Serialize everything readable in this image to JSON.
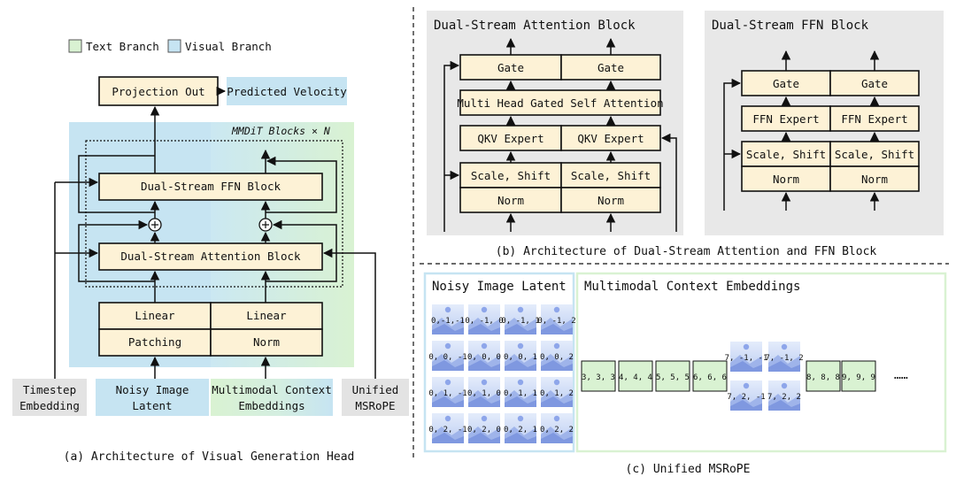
{
  "legend": {
    "text_branch": "Text Branch",
    "visual_branch": "Visual Branch"
  },
  "panel_a": {
    "caption": "(a) Architecture of Visual Generation Head",
    "projection_out": "Projection Out",
    "predicted_velocity": "Predicted Velocity",
    "mmdit_blocks": "MMDiT Blocks × N",
    "ffn_block": "Dual-Stream FFN Block",
    "attention_block": "Dual-Stream Attention Block",
    "linear_left": "Linear",
    "linear_right": "Linear",
    "patching": "Patching",
    "norm": "Norm",
    "inputs": {
      "timestep_1": "Timestep",
      "timestep_2": "Embedding",
      "noisy_1": "Noisy Image",
      "noisy_2": "Latent",
      "mm_1": "Multimodal Context",
      "mm_2": "Embeddings",
      "msrope_1": "Unified",
      "msrope_2": "MSRoPE"
    }
  },
  "panel_b": {
    "caption": "(b) Architecture of Dual-Stream Attention and FFN Block",
    "attn_title": "Dual-Stream Attention Block",
    "ffn_title": "Dual-Stream FFN Block",
    "gate": "Gate",
    "mhgsa": "Multi Head Gated Self Attention",
    "qkv_expert": "QKV Expert",
    "scale_shift": "Scale, Shift",
    "norm": "Norm",
    "ffn_expert": "FFN Expert"
  },
  "panel_c": {
    "caption": "(c) Unified MSRoPE",
    "noisy_title": "Noisy Image Latent",
    "mm_title": "Multimodal Context Embeddings",
    "patches": [
      [
        "0,-1,-1",
        "0, -1, 0",
        "0, -1, 1",
        "0, -1, 2"
      ],
      [
        "0, 0, -1",
        "0, 0, 0",
        "0, 0, 1",
        "0, 0, 2"
      ],
      [
        "0, 1, -1",
        "0, 1, 0",
        "0, 1, 1",
        "0, 1, 2"
      ],
      [
        "0, 2, -1",
        "0, 2, 0",
        "0, 2, 1",
        "0, 2, 2"
      ]
    ],
    "text_tokens_before": [
      "3, 3, 3",
      "4, 4, 4",
      "5, 5, 5",
      "6, 6, 6"
    ],
    "image_tokens": [
      "7, -1, -1",
      "7, -1, 2",
      "7, 2, -1",
      "7, 2, 2"
    ],
    "text_tokens_after": [
      "8, 8, 8",
      "9, 9, 9"
    ],
    "ellipsis": "……"
  },
  "colors": {
    "text_branch": "#d9f2d2",
    "visual_branch": "#c6e4f2",
    "block_fill": "#fdf2d6",
    "panel_bg": "#e8e8e8",
    "input_gray": "#e3e3e3"
  }
}
